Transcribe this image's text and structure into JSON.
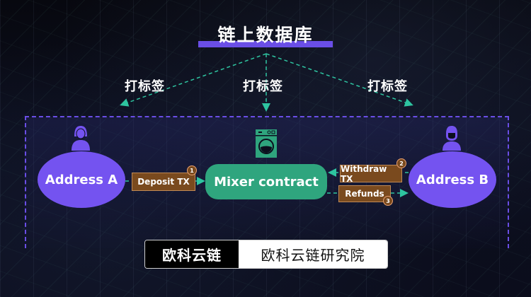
{
  "title": "链上数据库",
  "tags": [
    "打标签",
    "打标签",
    "打标签"
  ],
  "nodes": {
    "address_a": "Address A",
    "address_b": "Address B",
    "mixer": "Mixer contract"
  },
  "transactions": [
    {
      "label": "Deposit TX",
      "step": "1"
    },
    {
      "label": "Withdraw TX",
      "step": "2"
    },
    {
      "label": "Refunds",
      "step": "3"
    }
  ],
  "footer": {
    "brand": "欧科云链",
    "institute": "欧科云链研究院"
  },
  "colors": {
    "purple": "#7453f0",
    "accent_bar": "#6a4ee6",
    "green": "#2fa57e",
    "arrow_green": "#2ec4a0",
    "tx_brown": "#7a4a1e",
    "badge_border": "#e8a070"
  }
}
